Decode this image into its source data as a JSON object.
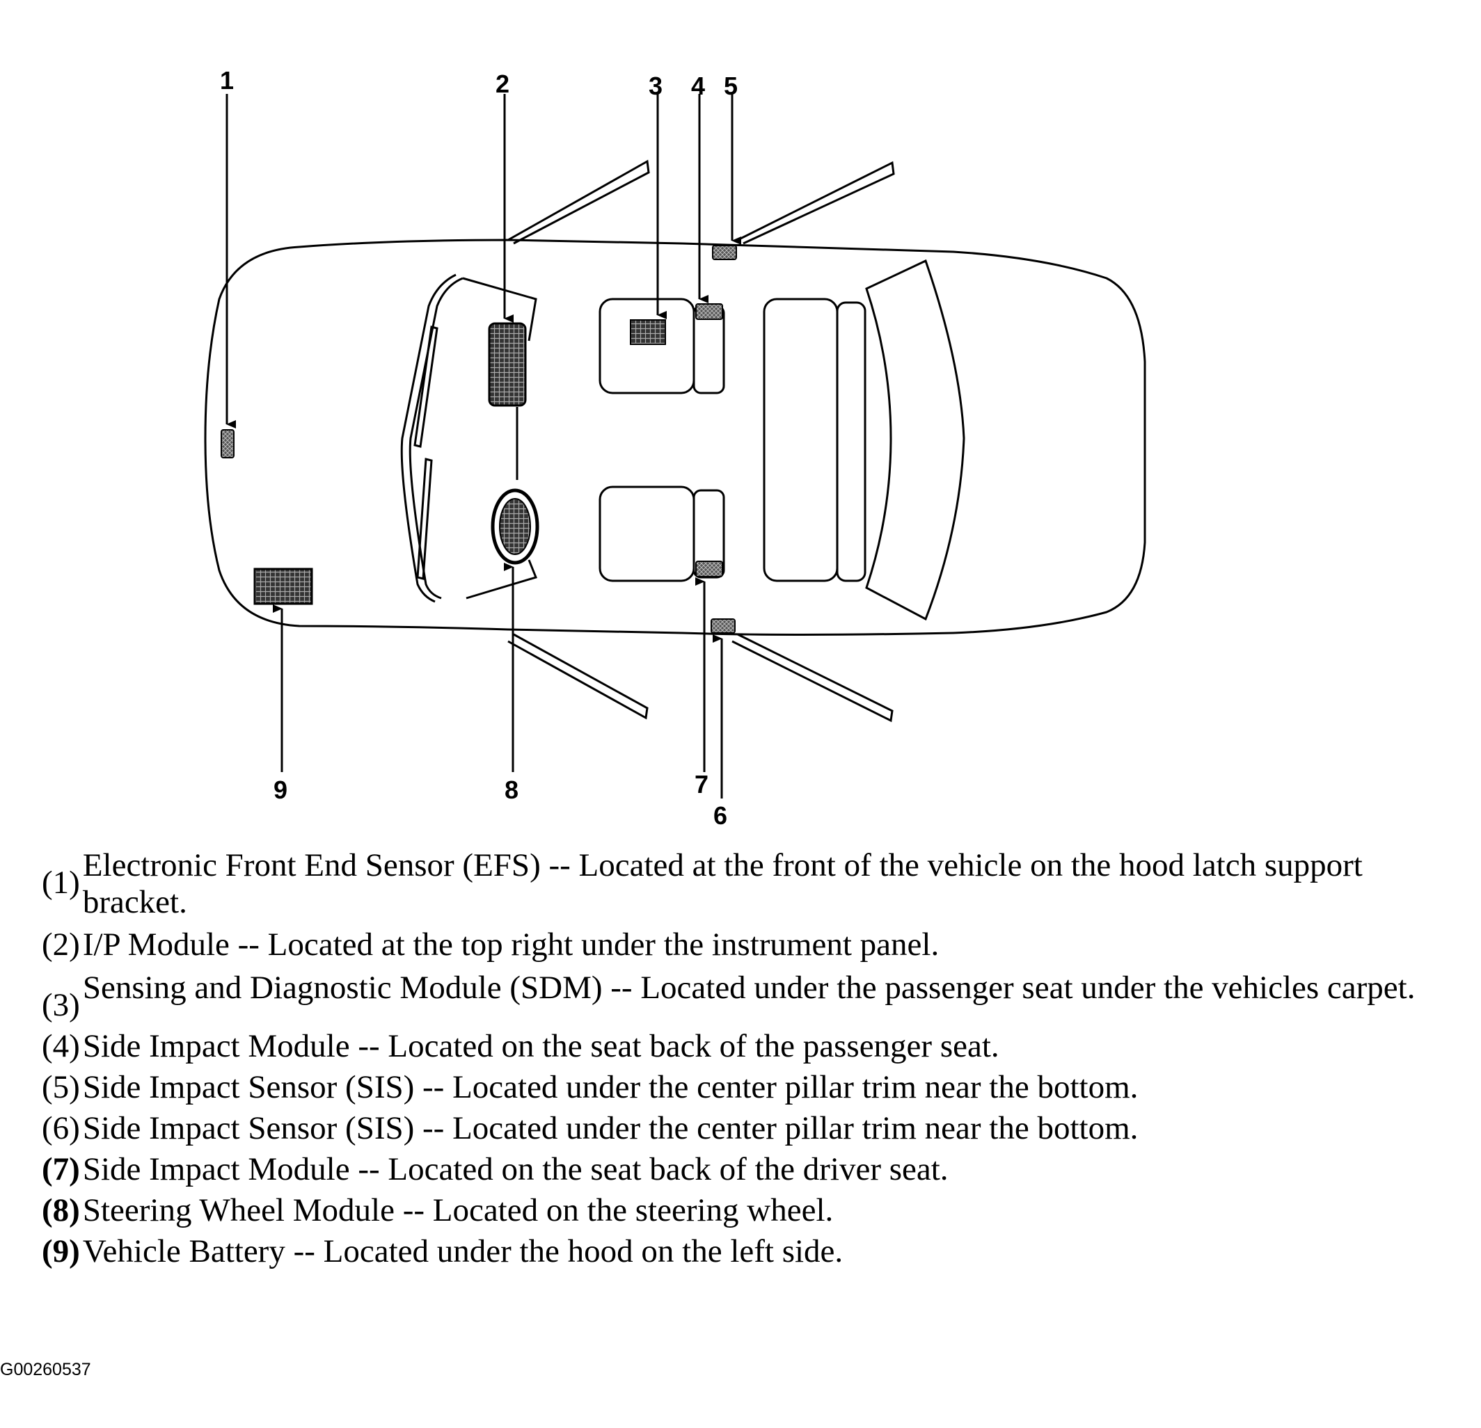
{
  "callouts": [
    "1",
    "2",
    "3",
    "4",
    "5",
    "6",
    "7",
    "8",
    "9"
  ],
  "legend": [
    {
      "num": "(1)",
      "text": "Electronic Front End Sensor (EFS) -- Located at the front of the vehicle on the hood latch support bracket."
    },
    {
      "num": "(2)",
      "text": "I/P Module -- Located at the top right under the instrument panel."
    },
    {
      "num": "(3)",
      "text": "Sensing and Diagnostic Module (SDM) -- Located under the passenger seat under the vehicles carpet."
    },
    {
      "num": "(4)",
      "text": "Side Impact Module -- Located on the seat back of the passenger seat."
    },
    {
      "num": "(5)",
      "text": "Side Impact Sensor (SIS) -- Located under the center pillar trim near the bottom."
    },
    {
      "num": "(6)",
      "text": "Side Impact Sensor (SIS) -- Located under the center pillar trim near the bottom."
    },
    {
      "num": "(7)",
      "text": "Side Impact Module -- Located on the seat back of the driver seat."
    },
    {
      "num": "(8)",
      "text": "Steering Wheel Module -- Located on the steering wheel."
    },
    {
      "num": "(9)",
      "text": "Vehicle Battery -- Located under the hood on the left side."
    }
  ],
  "figure_code": "G00260537"
}
